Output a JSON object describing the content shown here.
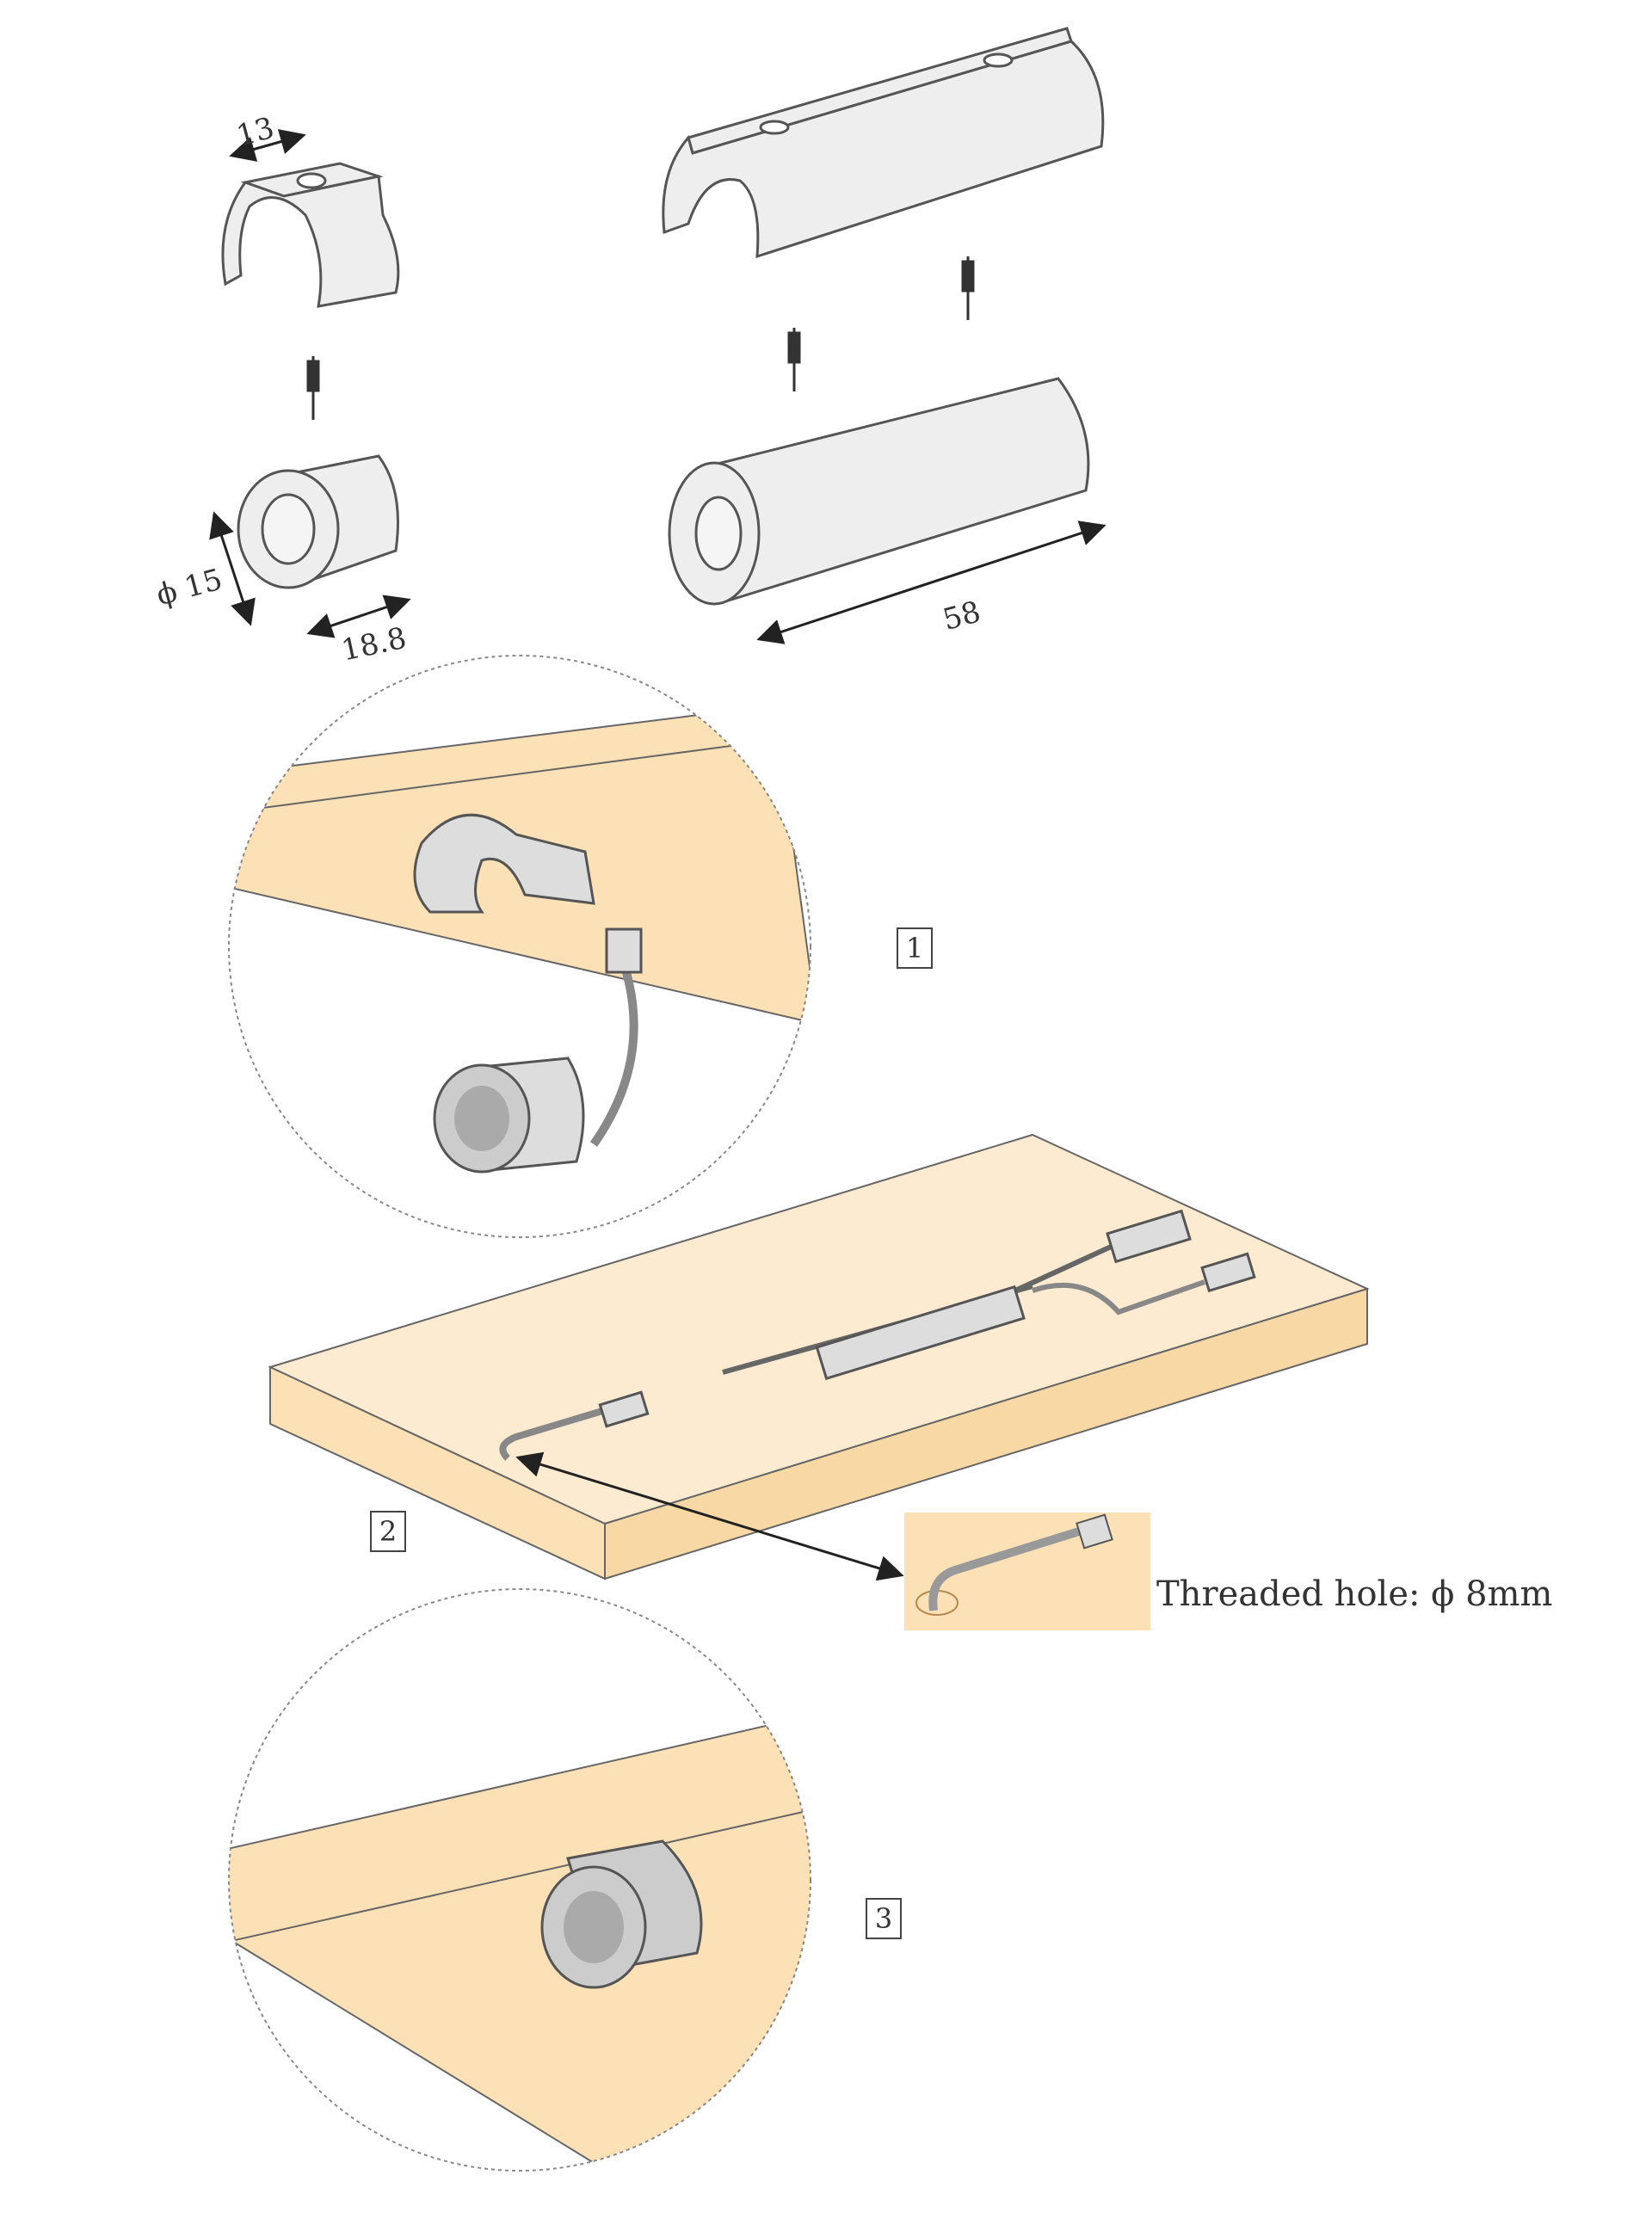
{
  "dimensions": {
    "clip_width": "13",
    "sensor_diameter": "ϕ 15",
    "sensor_length": "18.8",
    "long_sensor_length": "58"
  },
  "steps": [
    "1",
    "2",
    "3"
  ],
  "note": "Threaded hole: ϕ 8mm",
  "colors": {
    "wood": "#fbe1b5",
    "part": "#eeeeee",
    "line": "#555555"
  }
}
